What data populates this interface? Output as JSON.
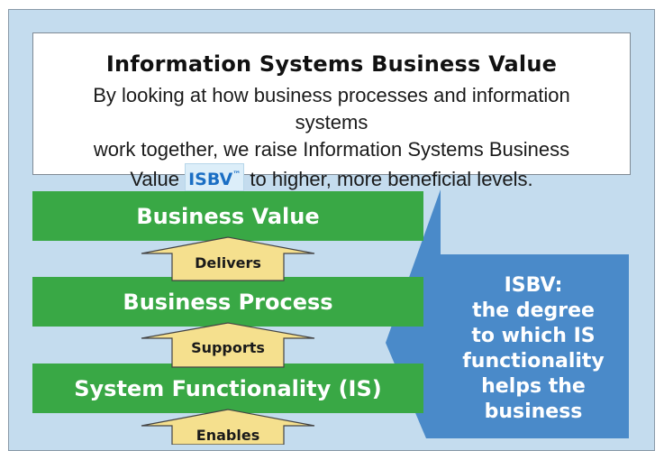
{
  "header": {
    "title": "Information Systems Business Value",
    "desc_line1": "By looking at how business processes and information systems",
    "desc_line2": "work together, we raise Information Systems Business",
    "desc_line3_pre": "Value",
    "badge_text": "ISBV",
    "badge_mark": "™",
    "desc_line3_post": "to higher, more beneficial levels."
  },
  "stack": {
    "levels": [
      "Business Value",
      "Business Process",
      "System Functionality (IS)"
    ],
    "arrows": [
      "Delivers",
      "Supports",
      "Enables"
    ]
  },
  "callout": {
    "lines": [
      "ISBV:",
      "the degree",
      "to which IS",
      "functionality",
      "helps the",
      "business"
    ]
  },
  "colors": {
    "panel": "#c4dcee",
    "bar": "#39a845",
    "arrow_fill": "#f5e08e",
    "callout": "#4a8ac9",
    "badge_text": "#1b6fc4"
  }
}
